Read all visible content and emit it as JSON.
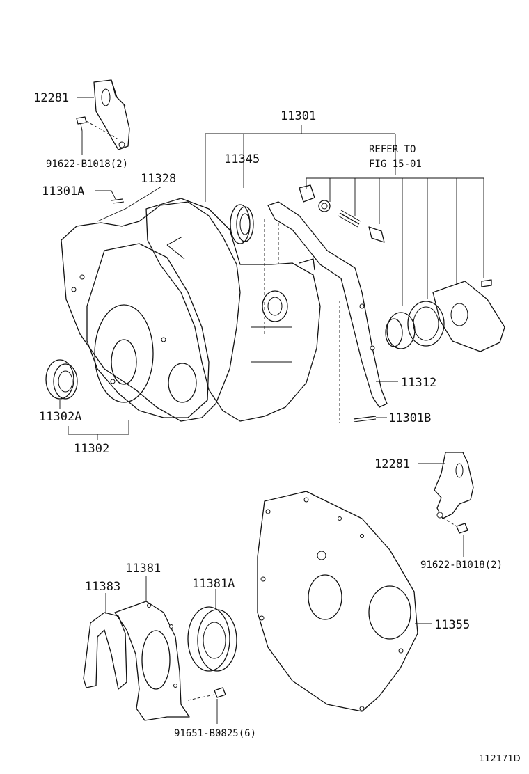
{
  "labels": {
    "p12281_top": "12281",
    "p91622_top": "91622-B1018(2)",
    "p11301": "11301",
    "p11345": "11345",
    "refer_line1": "REFER TO",
    "refer_line2": "FIG 15-01",
    "p11301A": "11301A",
    "p11328": "11328",
    "p11312": "11312",
    "p11301B": "11301B",
    "p11302A": "11302A",
    "p11302": "11302",
    "p12281_mid": "12281",
    "p91622_mid": "91622-B1018(2)",
    "p11381": "11381",
    "p11383": "11383",
    "p11381A": "11381A",
    "p11355": "11355",
    "p91651": "91651-B0825(6)",
    "figure_id": "112171D"
  }
}
